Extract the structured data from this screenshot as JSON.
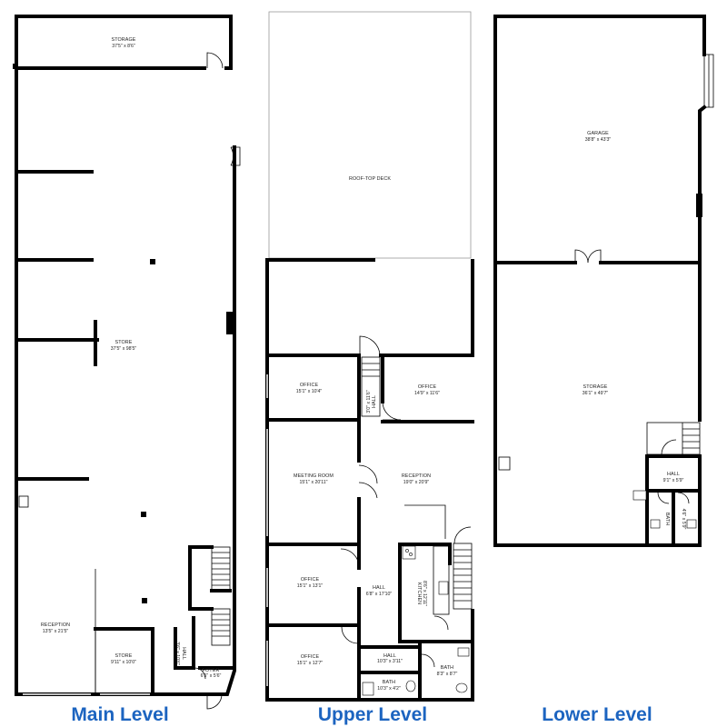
{
  "levels": {
    "main": "Main Level",
    "upper": "Upper Level",
    "lower": "Lower Level"
  },
  "rooms": {
    "main_storage": {
      "name": "STORAGE",
      "dims": "37'5\" x 8'6\""
    },
    "main_store": {
      "name": "STORE",
      "dims": "37'5\" x 98'5\""
    },
    "main_reception": {
      "name": "RECEPTION",
      "dims": "13'5\" x 21'5\""
    },
    "main_store2": {
      "name": "STORE",
      "dims": "9'11\" x 10'0\""
    },
    "main_foyer": {
      "name": "FOYER",
      "dims": "6'5\" x 5'6\""
    },
    "main_hall": {
      "name": "HALL",
      "dims": "3'6\" x 10'6\""
    },
    "up_deck": {
      "name": "ROOF-TOP DECK",
      "dims": ""
    },
    "up_office1": {
      "name": "OFFICE",
      "dims": "15'1\" x 10'4\""
    },
    "up_office2": {
      "name": "OFFICE",
      "dims": "14'9\" x 11'6\""
    },
    "up_hall_v": {
      "name": "HALL",
      "dims": "3'0\" x 11'6\""
    },
    "up_meeting": {
      "name": "MEETING ROOM",
      "dims": "15'1\" x 20'11\""
    },
    "up_reception": {
      "name": "RECEPTION",
      "dims": "19'0\" x 20'9\""
    },
    "up_office3": {
      "name": "OFFICE",
      "dims": "15'1\" x 13'1\""
    },
    "up_hall": {
      "name": "HALL",
      "dims": "6'8\" x 17'10\""
    },
    "up_kitchen": {
      "name": "KITCHEN",
      "dims": "8'6\" x 12'11\""
    },
    "up_office4": {
      "name": "OFFICE",
      "dims": "15'1\" x 12'7\""
    },
    "up_hall2": {
      "name": "HALL",
      "dims": "10'3\" x 3'11\""
    },
    "up_bath1": {
      "name": "BATH",
      "dims": "10'3\" x 4'2\""
    },
    "up_bath2": {
      "name": "BATH",
      "dims": "8'3\" x 8'7\""
    },
    "low_garage": {
      "name": "GARAGE",
      "dims": "38'8\" x 43'3\""
    },
    "low_storage": {
      "name": "STORAGE",
      "dims": "36'1\" x 49'7\""
    },
    "low_hall": {
      "name": "HALL",
      "dims": "9'1\" x 5'9\""
    },
    "low_bath": {
      "name": "BATH",
      "dims": "4'6\" x 5'9\""
    }
  }
}
